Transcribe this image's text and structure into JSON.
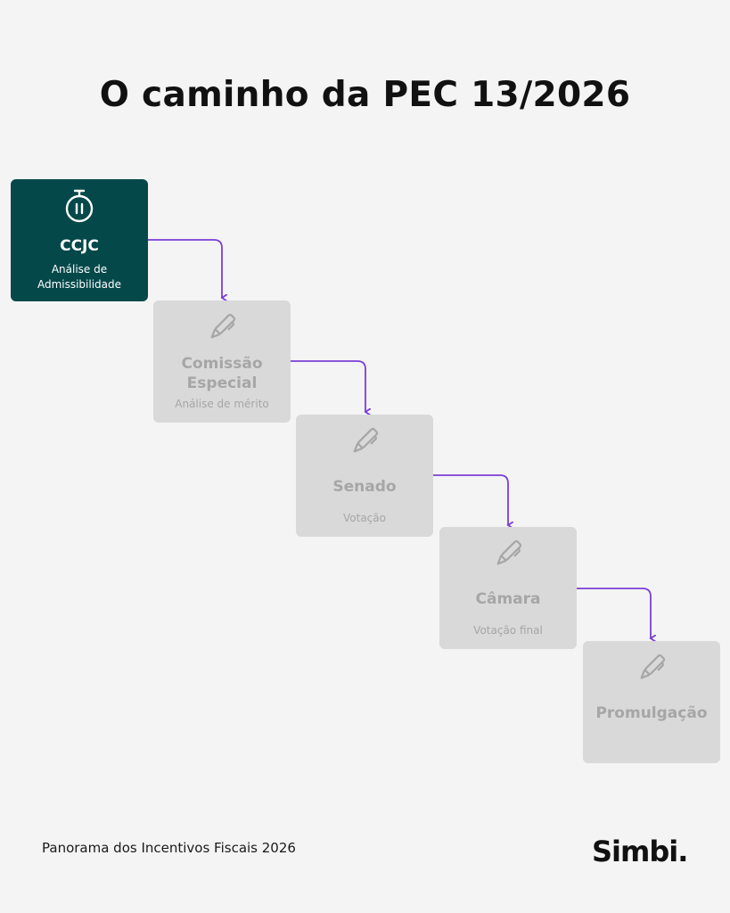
{
  "title": "O caminho da PEC 13/2026",
  "steps": [
    {
      "name": "CCJC",
      "sub": "Análise de Admissibilidade",
      "icon": "stopwatch-icon",
      "status": "active"
    },
    {
      "name": "Comissão Especial",
      "sub": "Análise de mérito",
      "icon": "pen-icon",
      "status": "pending"
    },
    {
      "name": "Senado",
      "sub": "Votação",
      "icon": "pen-icon",
      "status": "pending"
    },
    {
      "name": "Câmara",
      "sub": "Votação final",
      "icon": "pen-icon",
      "status": "pending"
    },
    {
      "name": "Promulgação",
      "sub": "",
      "icon": "pen-icon",
      "status": "pending"
    }
  ],
  "footer": {
    "text": "Panorama dos Incentivos Fiscais 2026"
  },
  "logo": {
    "text": "Simbi",
    "dot": "."
  },
  "colors": {
    "active": "#04484a",
    "inactive": "#d9d9d9",
    "connector": "#7a3fd6",
    "background": "#f4f4f4"
  }
}
